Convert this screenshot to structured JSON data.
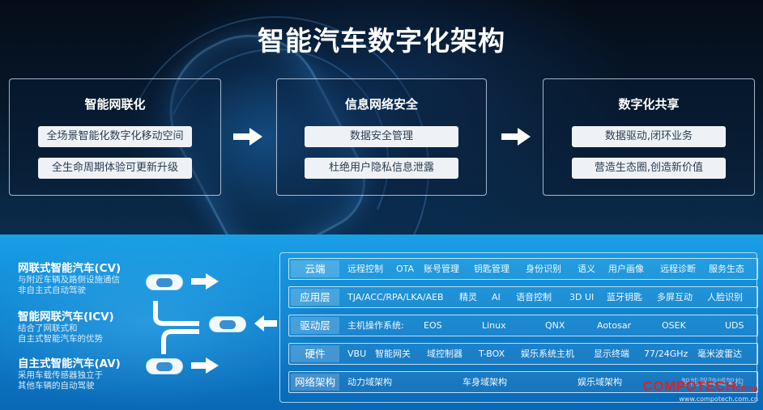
{
  "title": "智能汽车数字化架构",
  "top_panels": [
    {
      "title": "智能网联化",
      "items": [
        "全场景智能化数字化移动空间",
        "全生命周期体验可更新升级"
      ]
    },
    {
      "title": "信息网络安全",
      "items": [
        "数据安全管理",
        "杜绝用户隐私信息泄露"
      ]
    },
    {
      "title": "数字化共享",
      "items": [
        "数据驱动,闭环业务",
        "营造生态圈,创造新价值"
      ]
    }
  ],
  "vehicle_types": [
    {
      "title": "网联式智能汽车(CV)",
      "desc": [
        "与附近车辆及路侧设施通信",
        "非自主式自动驾驶"
      ]
    },
    {
      "title": "智能网联汽车(ICV)",
      "desc": [
        "结合了网联式和",
        "自主式智能汽车的优势"
      ]
    },
    {
      "title": "自主式智能汽车(AV)",
      "desc": [
        "采用车载传感器独立于",
        "其他车辆的自动驾驶"
      ]
    }
  ],
  "layers": [
    {
      "label": "云端",
      "cells": [
        "远程控制",
        "OTA",
        "账号管理",
        "钥匙管理",
        "身份识别",
        "语义",
        "用户画像",
        "远程诊断",
        "服务生态"
      ]
    },
    {
      "label": "应用层",
      "cells": [
        "TJA/ACC/RPA/LKA/AEB",
        "精灵",
        "AI",
        "语音控制",
        "3D UI",
        "蓝牙钥匙",
        "多屏互动",
        "人脸识别"
      ]
    },
    {
      "label": "驱动层",
      "cells": [
        "主机操作系统:",
        "EOS",
        "Linux",
        "QNX",
        "Aotosar",
        "OSEK",
        "UDS"
      ]
    },
    {
      "label": "硬件",
      "cells": [
        "VBU",
        "智能网关",
        "域控制器",
        "T-BOX",
        "娱乐系统主机",
        "显示终端",
        "77/24GHz",
        "毫米波雷达"
      ]
    },
    {
      "label": "网络架构",
      "cells": [
        "动力域架构",
        "车身域架构",
        "娱乐域架构",
        "智能驾驶域架构"
      ]
    }
  ],
  "watermark": {
    "brand": "COMPOTECH",
    "suffix": "China",
    "url": "www.compotech.com.cn"
  },
  "icons": {
    "arrow": "right-arrow-icon",
    "car": "car-icon"
  },
  "colors": {
    "pill_bg": "#eef2f6",
    "pill_text": "#2b3d52",
    "watermark": "#e02020",
    "bottom_bg": "#1490dc"
  }
}
